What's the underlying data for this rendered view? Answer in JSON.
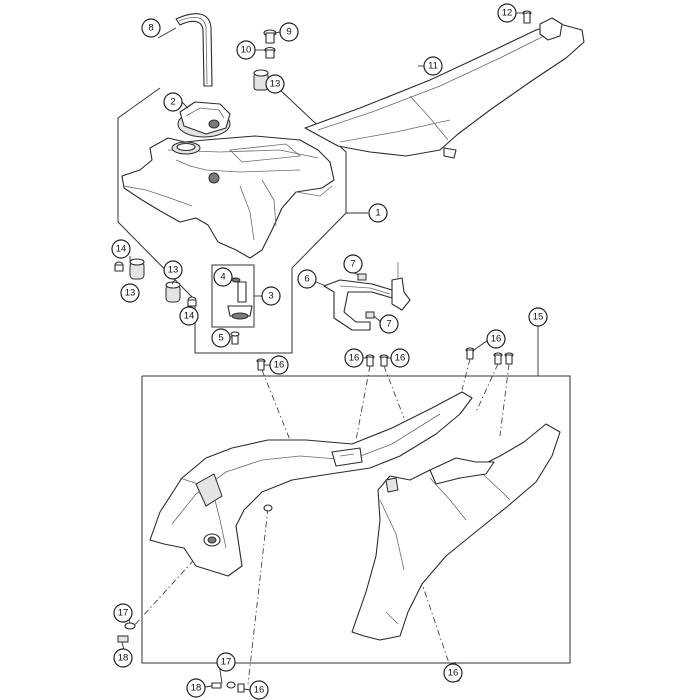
{
  "callouts": {
    "c1": "1",
    "c2": "2",
    "c3": "3",
    "c4": "4",
    "c5": "5",
    "c6": "6",
    "c7": "7",
    "c8": "8",
    "c9": "9",
    "c10": "10",
    "c11": "11",
    "c12": "12",
    "c13": "13",
    "c14": "14",
    "c15": "15",
    "c16": "16",
    "c17": "17",
    "c18": "18"
  },
  "colors": {
    "line": "#2b2b2b",
    "fill": "#ffffff"
  }
}
